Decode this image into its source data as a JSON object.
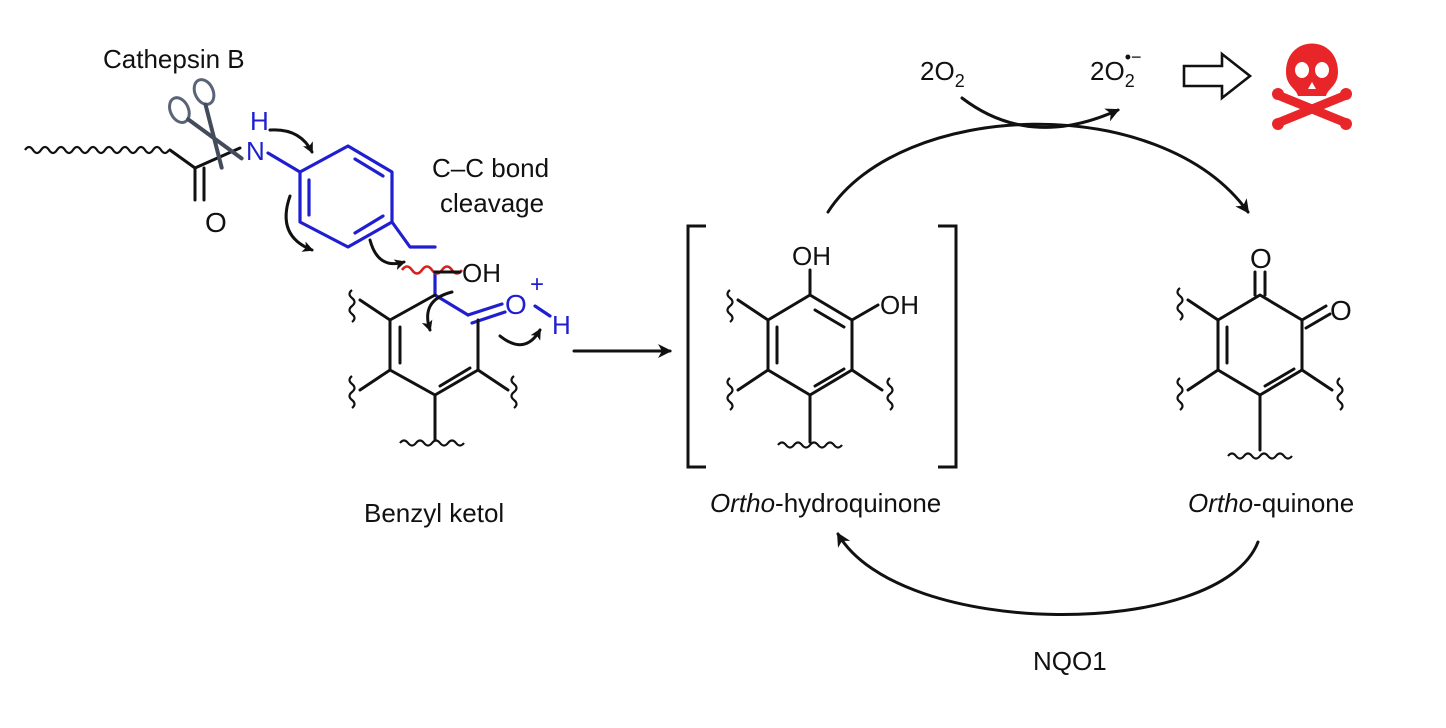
{
  "labels": {
    "enzyme": "Cathepsin B",
    "bond_cleavage_line1": "C–C bond",
    "bond_cleavage_line2": "cleavage",
    "benzyl_ketol": "Benzyl ketol",
    "hydroquinone_italic": "Ortho",
    "hydroquinone_rest": "-hydroquinone",
    "quinone_italic": "Ortho",
    "quinone_rest": "-quinone",
    "nqo1": "NQO1",
    "oxygen_in": "2O",
    "oxygen_in_sub": "2",
    "superoxide": "2O",
    "superoxide_sub": "2",
    "superoxide_sup": "•−"
  },
  "atoms": {
    "amide_o": "O",
    "nh_h": "H",
    "nh_n": "N",
    "ketol_oh": "OH",
    "oxonium_o": "O",
    "oxonium_plus": "+",
    "oxonium_h": "H",
    "hq_oh1": "OH",
    "hq_oh2": "OH",
    "q_o1": "O",
    "q_o2": "O"
  },
  "colors": {
    "ink": "#111111",
    "linker_blue": "#1f1fd1",
    "cleavage_red": "#d62020",
    "skull_red": "#e8262a"
  },
  "icons": {
    "scissors": "scissors-icon",
    "toxicity": "skull-crossbones-icon",
    "open_arrow": "hollow-arrow-icon"
  }
}
